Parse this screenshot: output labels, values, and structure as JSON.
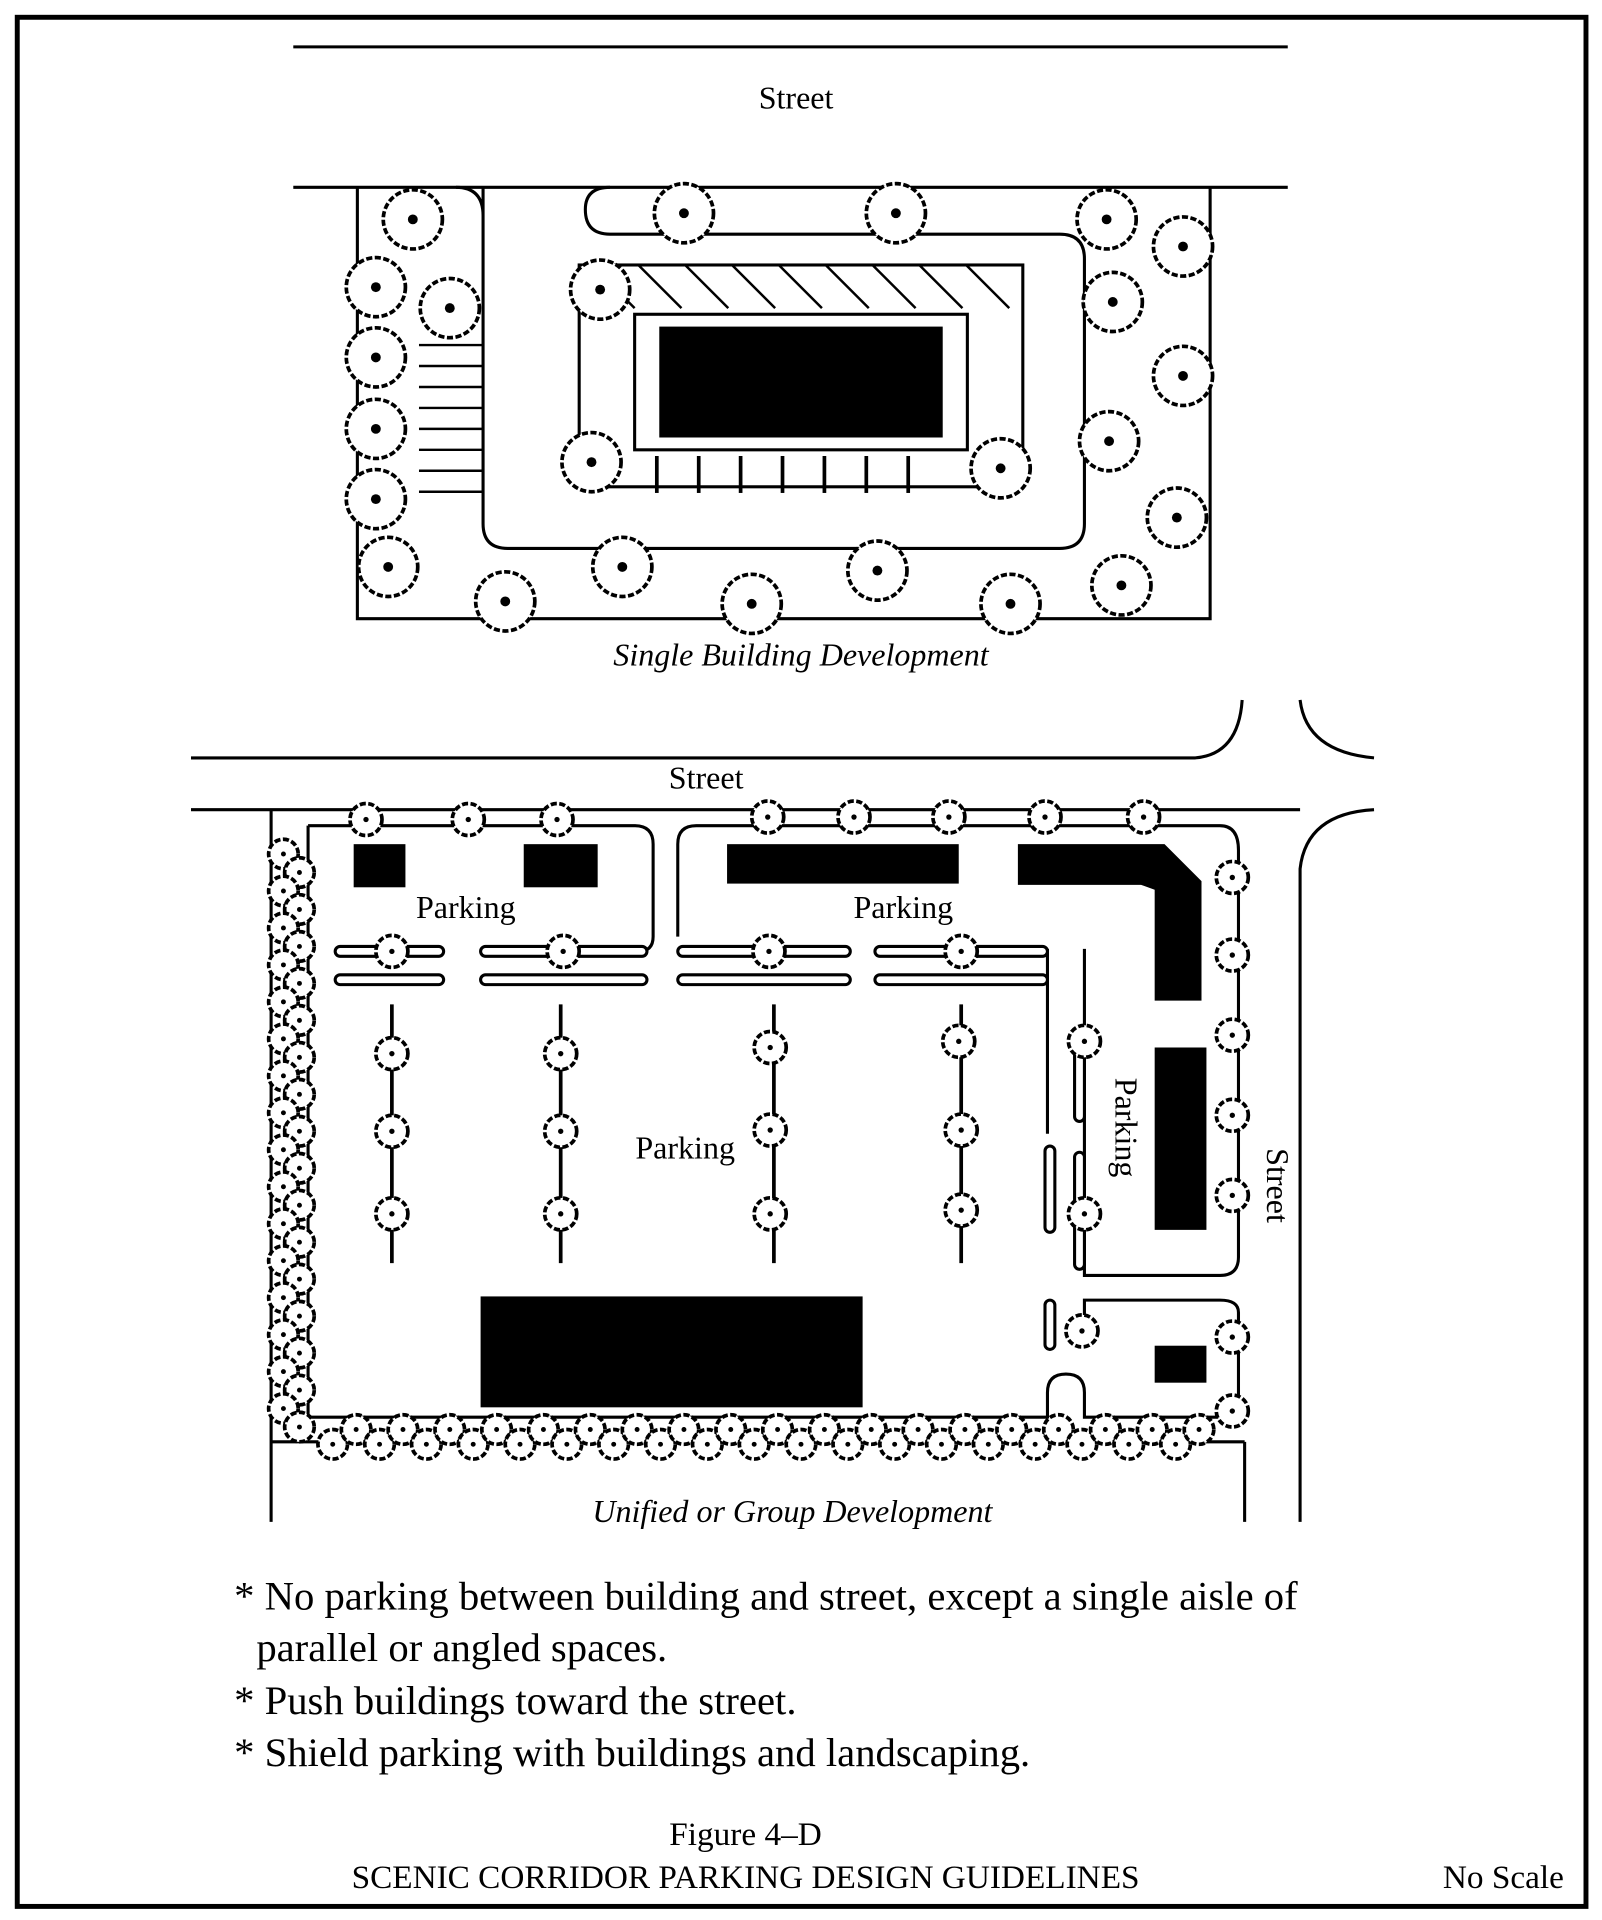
{
  "top_diagram": {
    "street_label": "Street",
    "caption": "Single Building Development"
  },
  "bottom_diagram": {
    "street_top_label": "Street",
    "street_right_label": "Street",
    "parking_labels": [
      "Parking",
      "Parking",
      "Parking",
      "Parking"
    ],
    "caption": "Unified or Group Development"
  },
  "notes": [
    "* No parking between building and street, except a single aisle of",
    "parallel or angled spaces.",
    "* Push buildings toward the street.",
    "* Shield parking with buildings and landscaping."
  ],
  "figure": {
    "number": "Figure 4–D",
    "title": "SCENIC CORRIDOR PARKING DESIGN GUIDELINES",
    "scale": "No Scale"
  }
}
